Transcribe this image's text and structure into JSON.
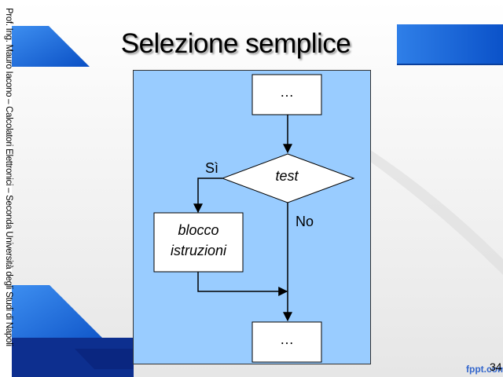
{
  "slide": {
    "title": "Selezione semplice",
    "side_text": "Prof. Ing. Mauro Iacono – Calcolatori Elettronici – Seconda Università degli Studi di Napoli",
    "page_number": "34",
    "logo_text": "fppt.com"
  },
  "flowchart": {
    "top_box": "…",
    "decision": "test",
    "yes_label": "Sì",
    "no_label": "No",
    "block_line1": "blocco",
    "block_line2": "istruzioni",
    "bottom_box": "…"
  },
  "colors": {
    "diagram_background": "#99ccff",
    "accent_blue": "#0a5ccf",
    "dark_blue": "#0d2f8f"
  }
}
